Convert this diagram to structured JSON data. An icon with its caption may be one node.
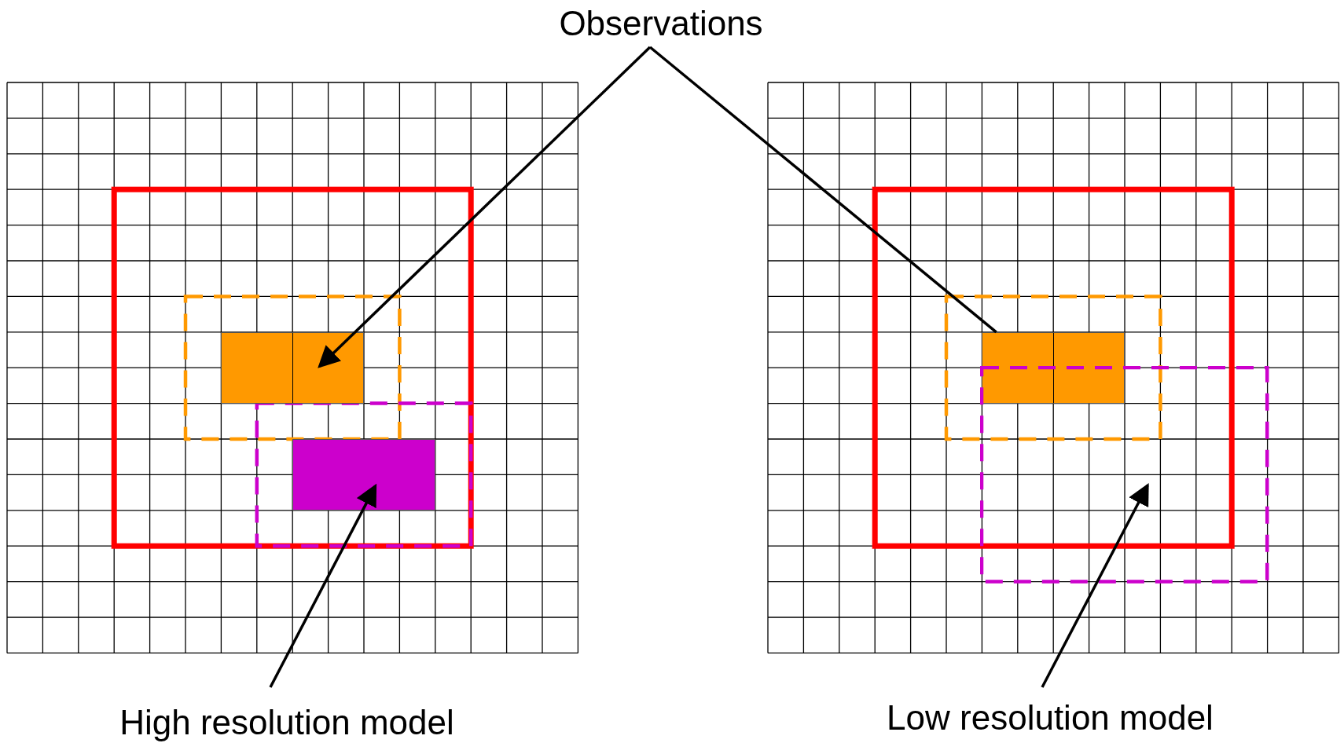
{
  "diagram": {
    "nodes": [
      {
        "text": [
          "Observations"
        ]
      },
      {
        "text": [],
        "shape": "box"
      },
      {
        "text": [],
        "shape": "box"
      },
      {
        "text": [],
        "shape": "box"
      },
      {
        "text": [],
        "shape": "box"
      },
      {
        "text": [
          "High resolution model"
        ]
      },
      {
        "text": [
          "Low resolution model"
        ]
      }
    ],
    "edges": [
      {
        "from": 0,
        "to": 1,
        "arrow": "to"
      },
      {
        "from": 0,
        "to": 2,
        "arrow": "none"
      },
      {
        "from": 5,
        "to": 3,
        "arrow": "to"
      },
      {
        "from": 6,
        "to": 4,
        "arrow": "to"
      }
    ]
  }
}
